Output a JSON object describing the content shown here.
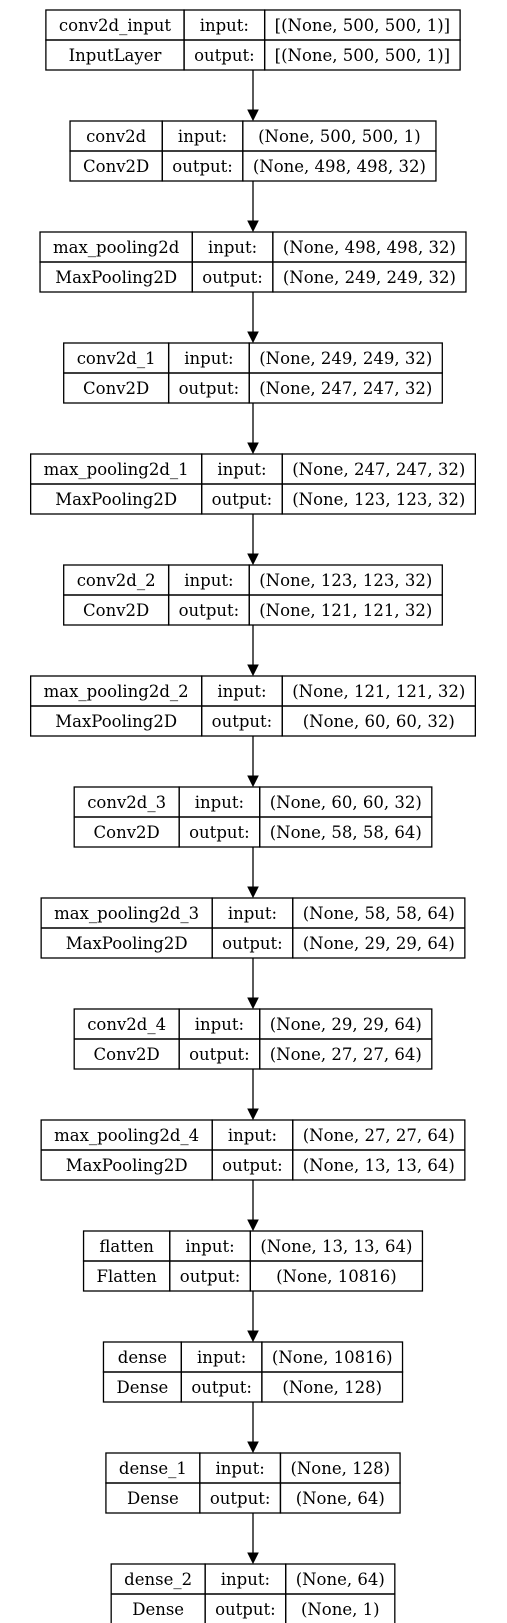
{
  "diagram": {
    "labels": {
      "input": "input:",
      "output": "output:"
    },
    "nodes": [
      {
        "name": "conv2d_input",
        "type": "InputLayer",
        "input_shape": "[(None, 500, 500, 1)]",
        "output_shape": "[(None, 500, 500, 1)]"
      },
      {
        "name": "conv2d",
        "type": "Conv2D",
        "input_shape": "(None, 500, 500, 1)",
        "output_shape": "(None, 498, 498, 32)"
      },
      {
        "name": "max_pooling2d",
        "type": "MaxPooling2D",
        "input_shape": "(None, 498, 498, 32)",
        "output_shape": "(None, 249, 249, 32)"
      },
      {
        "name": "conv2d_1",
        "type": "Conv2D",
        "input_shape": "(None, 249, 249, 32)",
        "output_shape": "(None, 247, 247, 32)"
      },
      {
        "name": "max_pooling2d_1",
        "type": "MaxPooling2D",
        "input_shape": "(None, 247, 247, 32)",
        "output_shape": "(None, 123, 123, 32)"
      },
      {
        "name": "conv2d_2",
        "type": "Conv2D",
        "input_shape": "(None, 123, 123, 32)",
        "output_shape": "(None, 121, 121, 32)"
      },
      {
        "name": "max_pooling2d_2",
        "type": "MaxPooling2D",
        "input_shape": "(None, 121, 121, 32)",
        "output_shape": "(None, 60, 60, 32)"
      },
      {
        "name": "conv2d_3",
        "type": "Conv2D",
        "input_shape": "(None, 60, 60, 32)",
        "output_shape": "(None, 58, 58, 64)"
      },
      {
        "name": "max_pooling2d_3",
        "type": "MaxPooling2D",
        "input_shape": "(None, 58, 58, 64)",
        "output_shape": "(None, 29, 29, 64)"
      },
      {
        "name": "conv2d_4",
        "type": "Conv2D",
        "input_shape": "(None, 29, 29, 64)",
        "output_shape": "(None, 27, 27, 64)"
      },
      {
        "name": "max_pooling2d_4",
        "type": "MaxPooling2D",
        "input_shape": "(None, 27, 27, 64)",
        "output_shape": "(None, 13, 13, 64)"
      },
      {
        "name": "flatten",
        "type": "Flatten",
        "input_shape": "(None, 13, 13, 64)",
        "output_shape": "(None, 10816)"
      },
      {
        "name": "dense",
        "type": "Dense",
        "input_shape": "(None, 10816)",
        "output_shape": "(None, 128)"
      },
      {
        "name": "dense_1",
        "type": "Dense",
        "input_shape": "(None, 128)",
        "output_shape": "(None, 64)"
      },
      {
        "name": "dense_2",
        "type": "Dense",
        "input_shape": "(None, 64)",
        "output_shape": "(None, 1)"
      }
    ]
  }
}
